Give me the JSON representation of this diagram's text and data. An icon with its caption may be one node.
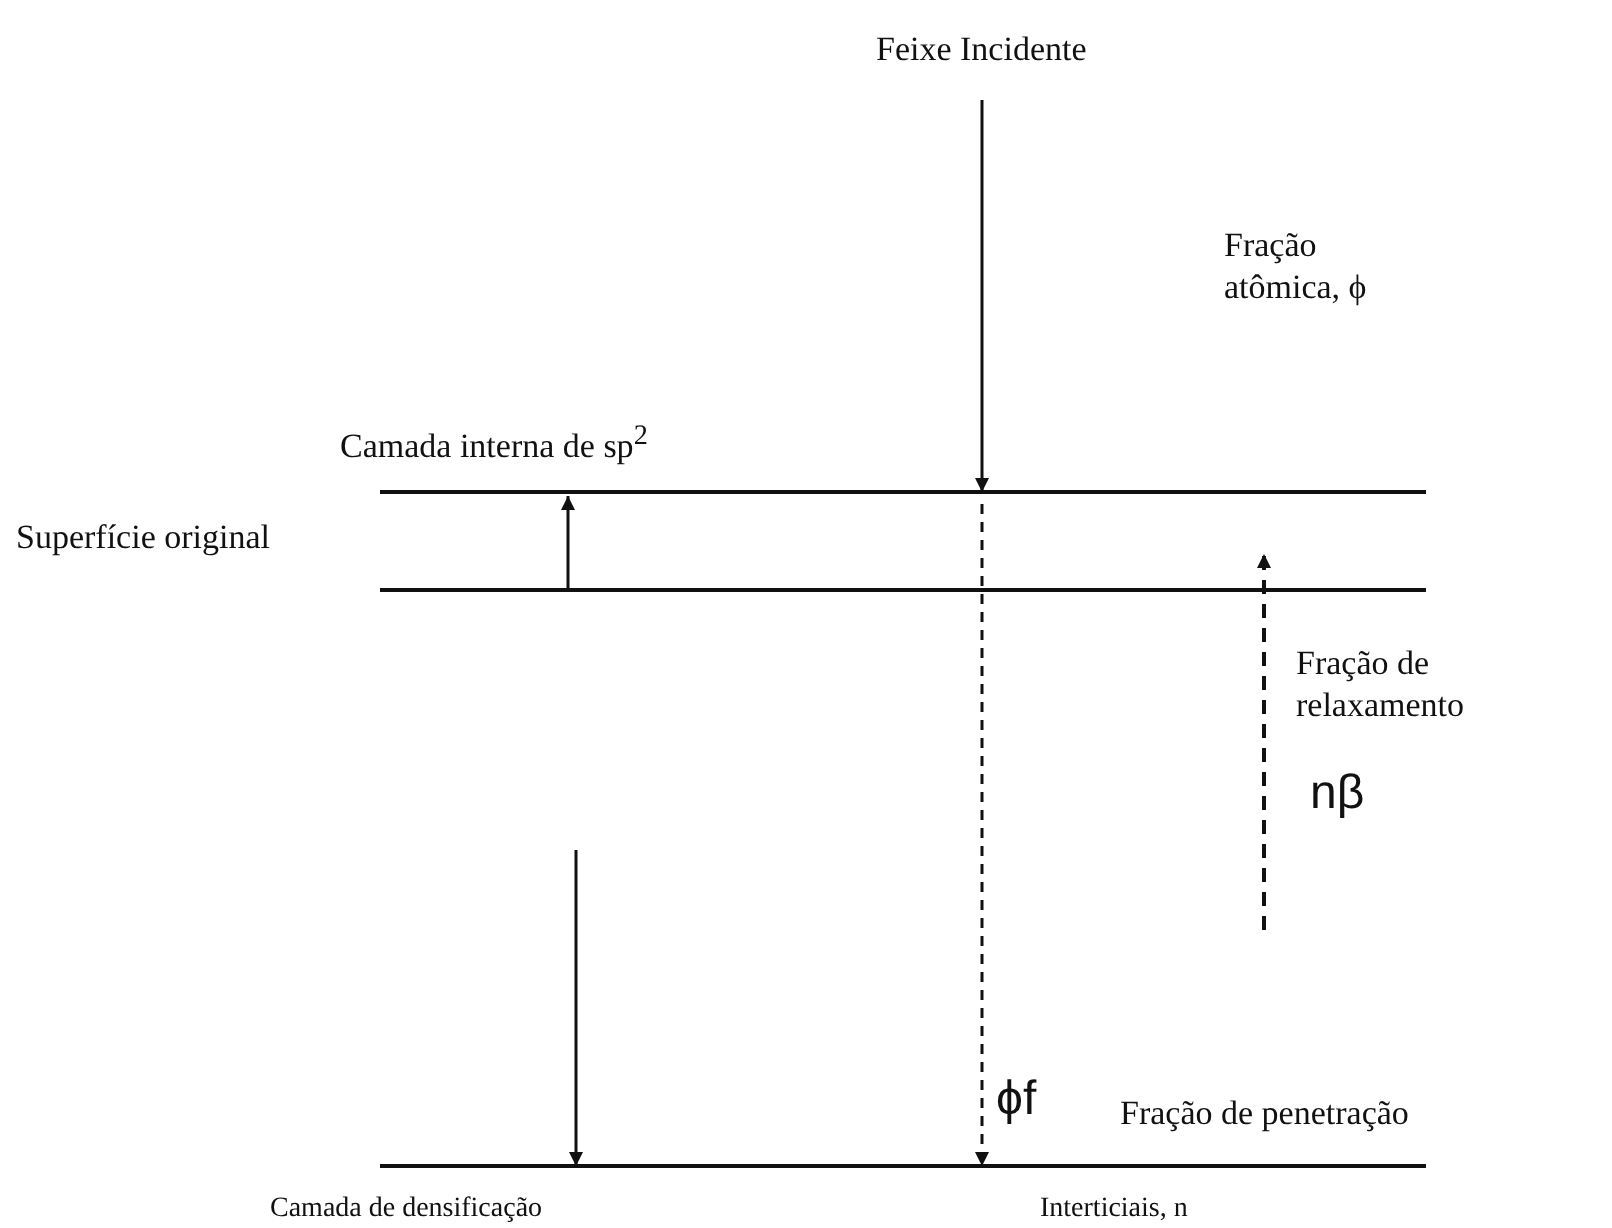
{
  "diagram": {
    "labels": [
      "Feixe Incidente",
      "Fração atômica, ϕ",
      "Camada interna de sp$^{2}$",
      "Superfície original",
      "Fração de relaxamento",
      "nβ",
      "ϕf",
      "Fração de penetração",
      "Camada de densificação",
      "Interticiais, n"
    ]
  }
}
